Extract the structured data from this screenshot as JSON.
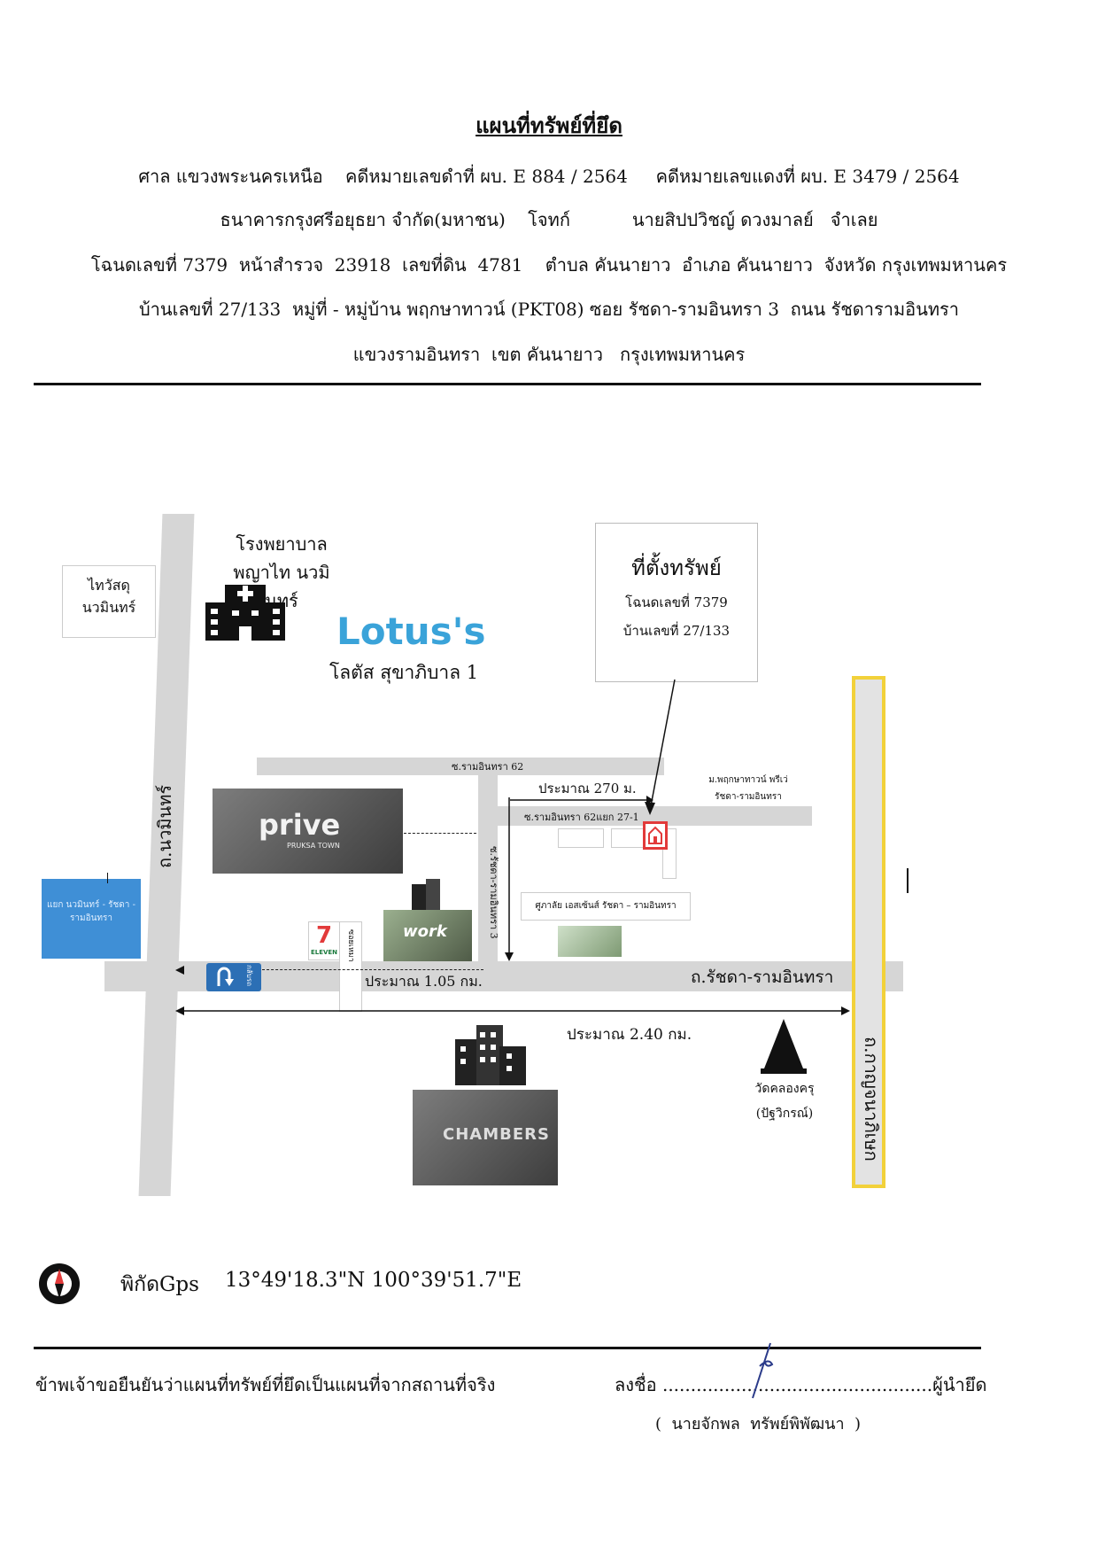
{
  "header": {
    "title": "แผนที่ทรัพย์ที่ยึด",
    "court_line": "ศาล แขวงพระนครเหนือ    คดีหมายเลขดำที่ ผบ. E 884 / 2564     คดีหมายเลขแดงที่ ผบ. E 3479 / 2564",
    "parties_line": "ธนาคารกรุงศรีอยุธยา จำกัด(มหาชน)    โจทก์           นายสิปปวิชญ์ ดวงมาลย์   จำเลย",
    "deed_line": "โฉนดเลขที่ 7379  หน้าสำรวจ  23918  เลขที่ดิน  4781    ตำบล คันนายาว  อำเภอ คันนายาว  จังหวัด กรุงเทพมหานคร",
    "address_line": "บ้านเลขที่ 27/133  หมู่ที่ - หมู่บ้าน พฤกษาทาวน์ (PKT08) ซอย รัชดา-รามอินทรา 3  ถนน รัชดารามอินทรา",
    "district_line": "แขวงรามอินทรา  เขต คันนายาว   กรุงเทพมหานคร"
  },
  "map": {
    "hospital_line1": "โรงพยาบาล",
    "hospital_line2": "พญาไท นวมินทร์",
    "lotus_logo": "Lotus's",
    "lotus_branch": "โลตัส สุขาภิบาล 1",
    "wat_nawamin_line1": "ไทวัสดุ",
    "wat_nawamin_line2": "นวมินทร์",
    "property_box_title": "ที่ตั้งทรัพย์",
    "property_box_deed": "โฉนดเลขที่ 7379",
    "property_box_house": "บ้านเลขที่  27/133",
    "road_nawamin": "ถ.นวมินทร์",
    "road_ratchada": "ถ.รัชดา-รามอินทรา",
    "road_khubon": "ถ.กาญจนาภิเษก",
    "soi_ramintra62": "ซ.รามอินทรา 62",
    "soi_ramintra62_27_1": "ซ.รามอินทรา 62แยก 27-1",
    "soi_ratchada_ramintra3": "ซ.รัชดา-รามอินทรา 3",
    "village_label_line1": "ม.พฤกษาทาวน์ พรีเว่",
    "village_label_line2": "รัชดา-รามอินทรา",
    "school_label": "ศูภาลัย เอสเซ้นส์ รัชดา – รามอินทรา",
    "intersection_label": "แยก นวมินทร์ - รัชดา - รามอินทรา",
    "dist_270": "ประมาณ  270 ม.",
    "dist_105": "ประมาณ  1.05 กม.",
    "dist_240": "ประมาณ  2.40 กม.",
    "temple_line1": "วัดคลองครุ",
    "temple_line2": "(ปัฐวิกรณ์)",
    "prive_logo": "prive",
    "prive_sub": "PRUKSA TOWN",
    "work_logo": "work",
    "seven_eleven": "ELEVEN",
    "chambers_logo": "CHAMBERS",
    "uturn_label": "กลับรถ",
    "side_soi_label": "ซอยเหมา"
  },
  "gps": {
    "label": "พิกัดGps",
    "value": "13°49'18.3\"N 100°39'51.7\"E"
  },
  "footer": {
    "statement": "ข้าพเจ้าขอยืนยันว่าแผนที่ทรัพย์ที่ยึดเป็นแผนที่จากสถานที่จริง",
    "sign_prefix": "ลงชื่อ ................................................ผู้นำยึด",
    "signer": "(  นายจักพล  ทรัพย์พิพัฒนา  )"
  },
  "colors": {
    "lotus": "#3aa3d9",
    "highlight_road": "#f2d13a",
    "intersection": "#3f8fd6",
    "uturn": "#2c6fb5",
    "marker": "#e23a3a"
  }
}
